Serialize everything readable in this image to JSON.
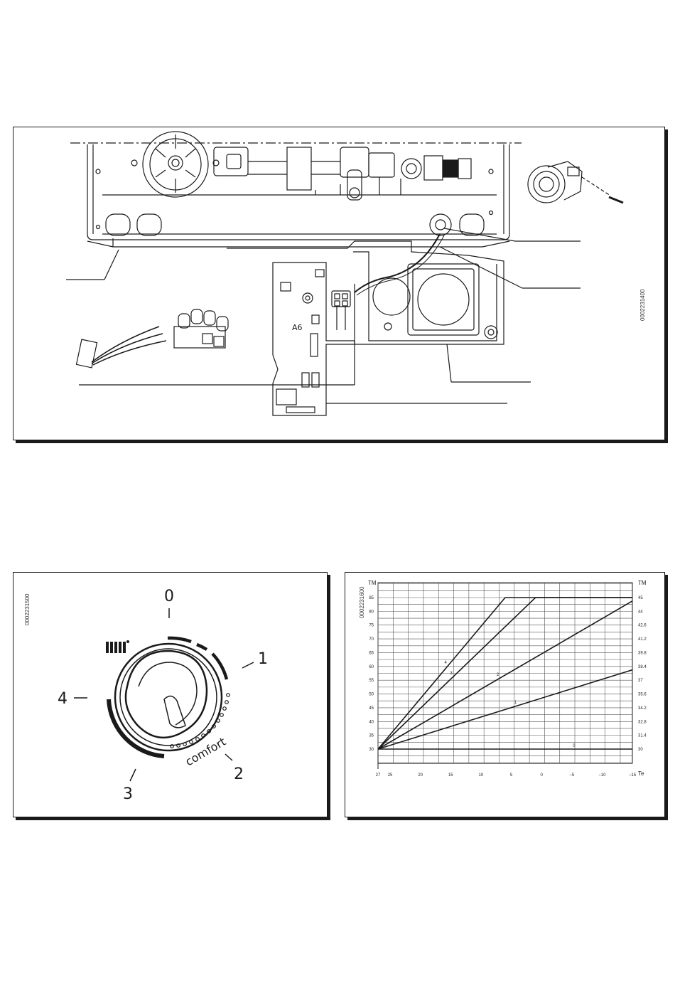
{
  "top_figure": {
    "code": "0002231400",
    "board_label": "A6"
  },
  "dial_figure": {
    "code": "0002231500",
    "labels": {
      "zero": "0",
      "one": "1",
      "two": "2",
      "three": "3",
      "four": "4",
      "comfort": "comfort"
    }
  },
  "chart_figure": {
    "code": "0002231600"
  },
  "chart_data": {
    "type": "line",
    "left_axis_label": "TM",
    "right_axis_label": "TM",
    "x_axis_label": "Te",
    "x_ticks": [
      "27",
      "25",
      "20",
      "15",
      "10",
      "5",
      "0",
      "−5",
      "−10",
      "−15"
    ],
    "left_ticks": [
      "30",
      "35",
      "40",
      "45",
      "50",
      "55",
      "60",
      "65",
      "70",
      "75",
      "80",
      "85"
    ],
    "right_ticks": [
      "30",
      "31.4",
      "32.8",
      "34.2",
      "35.6",
      "37",
      "38.4",
      "39.8",
      "41.2",
      "42.6",
      "44",
      "45"
    ],
    "xlim": [
      27,
      -15
    ],
    "ylim": [
      30,
      85
    ],
    "series": [
      {
        "name": "0",
        "points": [
          [
            27,
            30
          ],
          [
            -15,
            30
          ]
        ]
      },
      {
        "name": "1",
        "points": [
          [
            27,
            30
          ],
          [
            -15,
            58.75
          ]
        ]
      },
      {
        "name": "2",
        "points": [
          [
            27,
            30
          ],
          [
            -15,
            83.75
          ]
        ]
      },
      {
        "name": "3",
        "points": [
          [
            27,
            30
          ],
          [
            1,
            85
          ],
          [
            -15,
            85
          ]
        ]
      },
      {
        "name": "4",
        "points": [
          [
            27,
            30
          ],
          [
            6,
            85
          ],
          [
            -15,
            85
          ]
        ]
      }
    ]
  }
}
